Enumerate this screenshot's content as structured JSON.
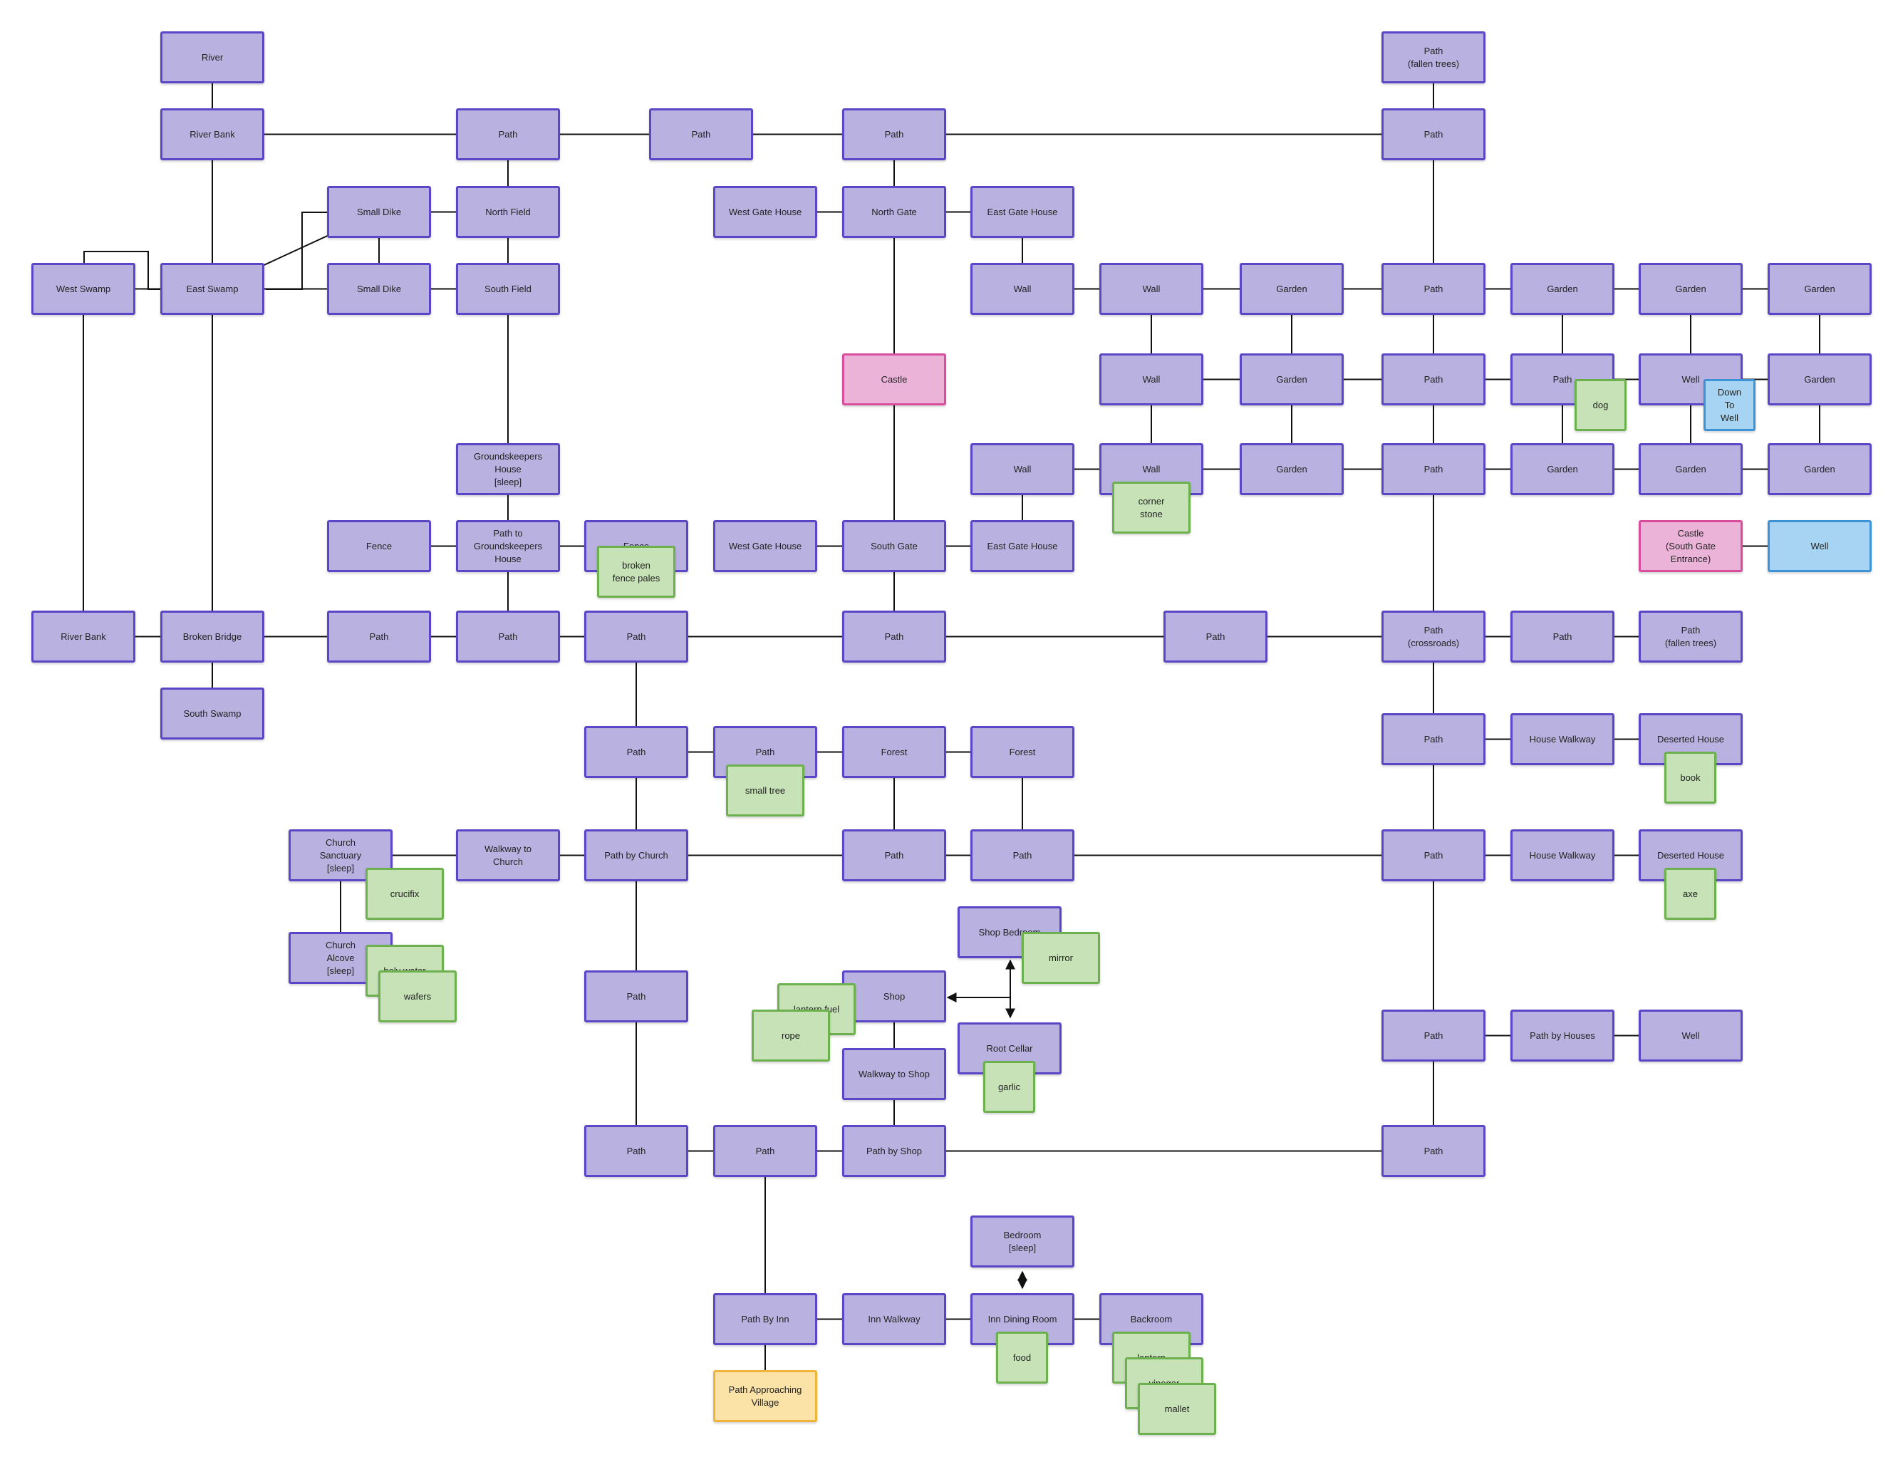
{
  "diagram": {
    "colors": {
      "room_fill": "#b9b2e0",
      "room_border": "#5a47c8",
      "item_fill": "#c6e2b6",
      "item_border": "#6cb14d",
      "castle_fill": "#ecb3d9",
      "castle_border": "#d94d9e",
      "well_fill": "#a6d4f2",
      "well_border": "#3e92d6",
      "start_fill": "#fbe3a8",
      "start_border": "#f0b43b",
      "edge": "#111111"
    },
    "nodes": [
      {
        "id": "river",
        "label": "River",
        "kind": "room"
      },
      {
        "id": "path_fallen_top",
        "label": "Path\n(fallen trees)",
        "kind": "room"
      },
      {
        "id": "river_bank_n",
        "label": "River Bank",
        "kind": "room"
      },
      {
        "id": "path_r1a",
        "label": "Path",
        "kind": "room"
      },
      {
        "id": "path_r1b",
        "label": "Path",
        "kind": "room"
      },
      {
        "id": "path_r1c",
        "label": "Path",
        "kind": "room"
      },
      {
        "id": "path_r1d",
        "label": "Path",
        "kind": "room"
      },
      {
        "id": "small_dike_1",
        "label": "Small Dike",
        "kind": "room"
      },
      {
        "id": "north_field",
        "label": "North Field",
        "kind": "room"
      },
      {
        "id": "west_gate_house_n",
        "label": "West Gate House",
        "kind": "room"
      },
      {
        "id": "north_gate",
        "label": "North Gate",
        "kind": "room"
      },
      {
        "id": "east_gate_house_n",
        "label": "East Gate House",
        "kind": "room"
      },
      {
        "id": "west_swamp",
        "label": "West Swamp",
        "kind": "room"
      },
      {
        "id": "east_swamp",
        "label": "East Swamp",
        "kind": "room"
      },
      {
        "id": "small_dike_2",
        "label": "Small Dike",
        "kind": "room"
      },
      {
        "id": "south_field",
        "label": "South Field",
        "kind": "room"
      },
      {
        "id": "wall_1",
        "label": "Wall",
        "kind": "room"
      },
      {
        "id": "wall_2",
        "label": "Wall",
        "kind": "room"
      },
      {
        "id": "garden_1",
        "label": "Garden",
        "kind": "room"
      },
      {
        "id": "path_g1",
        "label": "Path",
        "kind": "room"
      },
      {
        "id": "garden_2",
        "label": "Garden",
        "kind": "room"
      },
      {
        "id": "garden_3",
        "label": "Garden",
        "kind": "room"
      },
      {
        "id": "garden_4",
        "label": "Garden",
        "kind": "room"
      },
      {
        "id": "castle",
        "label": "Castle",
        "kind": "castle"
      },
      {
        "id": "wall_3",
        "label": "Wall",
        "kind": "room"
      },
      {
        "id": "garden_5",
        "label": "Garden",
        "kind": "room"
      },
      {
        "id": "path_g2",
        "label": "Path",
        "kind": "room"
      },
      {
        "id": "path_g3",
        "label": "Path",
        "kind": "room"
      },
      {
        "id": "well_top",
        "label": "Well",
        "kind": "room"
      },
      {
        "id": "garden_6",
        "label": "Garden",
        "kind": "room"
      },
      {
        "id": "dog",
        "label": "dog",
        "kind": "item"
      },
      {
        "id": "down_to_well",
        "label": "Down\nTo\nWell",
        "kind": "well"
      },
      {
        "id": "groundskeepers_house",
        "label": "Groundskeepers\nHouse\n[sleep]",
        "kind": "room"
      },
      {
        "id": "wall_4",
        "label": "Wall",
        "kind": "room"
      },
      {
        "id": "wall_5",
        "label": "Wall",
        "kind": "room"
      },
      {
        "id": "garden_7",
        "label": "Garden",
        "kind": "room"
      },
      {
        "id": "path_g4",
        "label": "Path",
        "kind": "room"
      },
      {
        "id": "garden_8",
        "label": "Garden",
        "kind": "room"
      },
      {
        "id": "garden_9",
        "label": "Garden",
        "kind": "room"
      },
      {
        "id": "garden_10",
        "label": "Garden",
        "kind": "room"
      },
      {
        "id": "corner_stone",
        "label": "corner\nstone",
        "kind": "item"
      },
      {
        "id": "fence_w",
        "label": "Fence",
        "kind": "room"
      },
      {
        "id": "path_to_gk",
        "label": "Path to\nGroundskeepers\nHouse",
        "kind": "room"
      },
      {
        "id": "fence_e",
        "label": "Fence",
        "kind": "room"
      },
      {
        "id": "broken_fence_pales",
        "label": "broken\nfence pales",
        "kind": "item"
      },
      {
        "id": "west_gate_house_s",
        "label": "West Gate House",
        "kind": "room"
      },
      {
        "id": "south_gate",
        "label": "South Gate",
        "kind": "room"
      },
      {
        "id": "east_gate_house_s",
        "label": "East Gate House",
        "kind": "room"
      },
      {
        "id": "castle_south",
        "label": "Castle\n(South Gate\nEntrance)",
        "kind": "castle"
      },
      {
        "id": "well_blue",
        "label": "Well",
        "kind": "well"
      },
      {
        "id": "river_bank_s",
        "label": "River Bank",
        "kind": "room"
      },
      {
        "id": "broken_bridge",
        "label": "Broken Bridge",
        "kind": "room"
      },
      {
        "id": "path_r2a",
        "label": "Path",
        "kind": "room"
      },
      {
        "id": "path_r2b",
        "label": "Path",
        "kind": "room"
      },
      {
        "id": "path_r2c",
        "label": "Path",
        "kind": "room"
      },
      {
        "id": "path_r2d",
        "label": "Path",
        "kind": "room"
      },
      {
        "id": "path_r2e",
        "label": "Path",
        "kind": "room"
      },
      {
        "id": "path_crossroads",
        "label": "Path\n(crossroads)",
        "kind": "room"
      },
      {
        "id": "path_r2f",
        "label": "Path",
        "kind": "room"
      },
      {
        "id": "path_fallen_2",
        "label": "Path\n(fallen trees)",
        "kind": "room"
      },
      {
        "id": "south_swamp",
        "label": "South Swamp",
        "kind": "room"
      },
      {
        "id": "path_r3a",
        "label": "Path",
        "kind": "room"
      },
      {
        "id": "path_r3b",
        "label": "Path",
        "kind": "room"
      },
      {
        "id": "forest_1",
        "label": "Forest",
        "kind": "room"
      },
      {
        "id": "forest_2",
        "label": "Forest",
        "kind": "room"
      },
      {
        "id": "path_r3c",
        "label": "Path",
        "kind": "room"
      },
      {
        "id": "house_walkway_1",
        "label": "House Walkway",
        "kind": "room"
      },
      {
        "id": "deserted_house_1",
        "label": "Deserted House",
        "kind": "room"
      },
      {
        "id": "small_tree",
        "label": "small tree",
        "kind": "item"
      },
      {
        "id": "book",
        "label": "book",
        "kind": "item"
      },
      {
        "id": "church_sanctuary",
        "label": "Church\nSanctuary\n[sleep]",
        "kind": "room"
      },
      {
        "id": "walkway_church",
        "label": "Walkway to\nChurch",
        "kind": "room"
      },
      {
        "id": "path_by_church",
        "label": "Path by Church",
        "kind": "room"
      },
      {
        "id": "path_r4a",
        "label": "Path",
        "kind": "room"
      },
      {
        "id": "path_r4b",
        "label": "Path",
        "kind": "room"
      },
      {
        "id": "path_r4c",
        "label": "Path",
        "kind": "room"
      },
      {
        "id": "house_walkway_2",
        "label": "House Walkway",
        "kind": "room"
      },
      {
        "id": "deserted_house_2",
        "label": "Deserted House",
        "kind": "room"
      },
      {
        "id": "crucifix",
        "label": "crucifix",
        "kind": "item"
      },
      {
        "id": "axe",
        "label": "axe",
        "kind": "item"
      },
      {
        "id": "shop_bedroom",
        "label": "Shop Bedroom",
        "kind": "room"
      },
      {
        "id": "mirror",
        "label": "mirror",
        "kind": "item"
      },
      {
        "id": "church_alcove",
        "label": "Church\nAlcove\n[sleep]",
        "kind": "room"
      },
      {
        "id": "holy_water",
        "label": "holy water",
        "kind": "item"
      },
      {
        "id": "wafers",
        "label": "wafers",
        "kind": "item"
      },
      {
        "id": "path_r5a",
        "label": "Path",
        "kind": "room"
      },
      {
        "id": "lantern_fuel",
        "label": "lantern fuel",
        "kind": "item"
      },
      {
        "id": "rope",
        "label": "rope",
        "kind": "item"
      },
      {
        "id": "shop",
        "label": "Shop",
        "kind": "room"
      },
      {
        "id": "root_cellar",
        "label": "Root Cellar",
        "kind": "room"
      },
      {
        "id": "garlic",
        "label": "garlic",
        "kind": "item"
      },
      {
        "id": "walkway_shop",
        "label": "Walkway to Shop",
        "kind": "room"
      },
      {
        "id": "path_r5b",
        "label": "Path",
        "kind": "room"
      },
      {
        "id": "path_by_houses",
        "label": "Path by Houses",
        "kind": "room"
      },
      {
        "id": "well_bottom",
        "label": "Well",
        "kind": "room"
      },
      {
        "id": "path_r6a",
        "label": "Path",
        "kind": "room"
      },
      {
        "id": "path_r6b",
        "label": "Path",
        "kind": "room"
      },
      {
        "id": "path_by_shop",
        "label": "Path by Shop",
        "kind": "room"
      },
      {
        "id": "path_r6c",
        "label": "Path",
        "kind": "room"
      },
      {
        "id": "bedroom",
        "label": "Bedroom\n[sleep]",
        "kind": "room"
      },
      {
        "id": "path_by_inn",
        "label": "Path By Inn",
        "kind": "room"
      },
      {
        "id": "inn_walkway",
        "label": "Inn Walkway",
        "kind": "room"
      },
      {
        "id": "inn_dining",
        "label": "Inn Dining Room",
        "kind": "room"
      },
      {
        "id": "backroom",
        "label": "Backroom",
        "kind": "room"
      },
      {
        "id": "food",
        "label": "food",
        "kind": "item"
      },
      {
        "id": "lantern",
        "label": "lantern",
        "kind": "item"
      },
      {
        "id": "vinegar",
        "label": "vinegar",
        "kind": "item"
      },
      {
        "id": "mallet",
        "label": "mallet",
        "kind": "item"
      },
      {
        "id": "path_approaching",
        "label": "Path Approaching\nVillage",
        "kind": "start"
      }
    ],
    "edges": [
      [
        "river",
        "river_bank_n"
      ],
      [
        "river_bank_n",
        "path_r1a"
      ],
      [
        "path_r1a",
        "path_r1b"
      ],
      [
        "path_r1b",
        "path_r1c"
      ],
      [
        "path_r1c",
        "path_r1d"
      ],
      [
        "path_fallen_top",
        "path_r1d"
      ],
      [
        "path_r1a",
        "north_field"
      ],
      [
        "path_r1c",
        "north_gate"
      ],
      [
        "small_dike_1",
        "north_field"
      ],
      [
        "west_gate_house_n",
        "north_gate"
      ],
      [
        "north_gate",
        "east_gate_house_n"
      ],
      [
        "north_gate",
        "castle"
      ],
      [
        "river_bank_n",
        "east_swamp"
      ],
      [
        "east_swamp",
        "small_dike_1"
      ],
      [
        "east_swamp",
        "west_swamp"
      ],
      [
        "east_swamp",
        "small_dike_2"
      ],
      [
        "small_dike_1",
        "small_dike_2"
      ],
      [
        "north_field",
        "south_field"
      ],
      [
        "small_dike_2",
        "south_field"
      ],
      [
        "east_gate_house_n",
        "wall_1"
      ],
      [
        "path_r1d",
        "path_g1"
      ],
      [
        "wall_1",
        "wall_2"
      ],
      [
        "wall_2",
        "garden_1"
      ],
      [
        "garden_1",
        "path_g1"
      ],
      [
        "path_g1",
        "garden_2"
      ],
      [
        "garden_2",
        "garden_3"
      ],
      [
        "garden_3",
        "garden_4"
      ],
      [
        "wall_2",
        "wall_3"
      ],
      [
        "garden_1",
        "garden_5"
      ],
      [
        "path_g1",
        "path_g2"
      ],
      [
        "garden_2",
        "path_g3"
      ],
      [
        "garden_3",
        "well_top"
      ],
      [
        "garden_4",
        "garden_6"
      ],
      [
        "wall_3",
        "garden_5"
      ],
      [
        "garden_5",
        "path_g2"
      ],
      [
        "path_g2",
        "path_g3"
      ],
      [
        "path_g3",
        "well_top"
      ],
      [
        "well_top",
        "garden_6"
      ],
      [
        "wall_3",
        "wall_5"
      ],
      [
        "garden_5",
        "garden_7"
      ],
      [
        "path_g2",
        "path_g4"
      ],
      [
        "path_g3",
        "garden_8"
      ],
      [
        "well_top",
        "garden_9"
      ],
      [
        "garden_6",
        "garden_10"
      ],
      [
        "wall_4",
        "wall_5"
      ],
      [
        "wall_5",
        "garden_7"
      ],
      [
        "garden_7",
        "path_g4"
      ],
      [
        "path_g4",
        "garden_8"
      ],
      [
        "garden_8",
        "garden_9"
      ],
      [
        "garden_9",
        "garden_10"
      ],
      [
        "south_field",
        "groundskeepers_house"
      ],
      [
        "groundskeepers_house",
        "path_to_gk"
      ],
      [
        "fence_w",
        "path_to_gk"
      ],
      [
        "path_to_gk",
        "fence_e"
      ],
      [
        "castle",
        "south_gate"
      ],
      [
        "west_gate_house_s",
        "south_gate"
      ],
      [
        "south_gate",
        "east_gate_house_s"
      ],
      [
        "wall_4",
        "east_gate_house_s"
      ],
      [
        "castle_south",
        "well_blue"
      ],
      [
        "west_swamp",
        "river_bank_s"
      ],
      [
        "east_swamp",
        "broken_bridge"
      ],
      [
        "river_bank_s",
        "broken_bridge"
      ],
      [
        "broken_bridge",
        "path_r2a"
      ],
      [
        "path_r2a",
        "path_r2b"
      ],
      [
        "path_r2b",
        "path_r2c"
      ],
      [
        "path_r2c",
        "path_r2d"
      ],
      [
        "path_r2d",
        "path_r2e"
      ],
      [
        "path_r2e",
        "path_crossroads"
      ],
      [
        "path_crossroads",
        "path_r2f"
      ],
      [
        "path_r2f",
        "path_fallen_2"
      ],
      [
        "path_to_gk",
        "path_r2b"
      ],
      [
        "south_gate",
        "path_r2d"
      ],
      [
        "path_g4",
        "path_crossroads"
      ],
      [
        "broken_bridge",
        "south_swamp"
      ],
      [
        "path_r2c",
        "path_r3a"
      ],
      [
        "path_r3a",
        "path_r3b"
      ],
      [
        "path_r3b",
        "forest_1"
      ],
      [
        "forest_1",
        "forest_2"
      ],
      [
        "path_crossroads",
        "path_r3c"
      ],
      [
        "path_r3c",
        "house_walkway_1"
      ],
      [
        "house_walkway_1",
        "deserted_house_1"
      ],
      [
        "path_r3a",
        "path_by_church"
      ],
      [
        "church_sanctuary",
        "walkway_church"
      ],
      [
        "walkway_church",
        "path_by_church"
      ],
      [
        "path_by_church",
        "path_r4a"
      ],
      [
        "path_r4a",
        "path_r4b"
      ],
      [
        "path_r4b",
        "path_r4c"
      ],
      [
        "path_r4c",
        "house_walkway_2"
      ],
      [
        "house_walkway_2",
        "deserted_house_2"
      ],
      [
        "forest_1",
        "path_r4a"
      ],
      [
        "forest_2",
        "path_r4b"
      ],
      [
        "path_r3c",
        "path_r4c"
      ],
      [
        "church_sanctuary",
        "church_alcove"
      ],
      [
        "path_by_church",
        "path_r5a"
      ],
      [
        "shop",
        "walkway_shop"
      ],
      [
        "walkway_shop",
        "path_by_shop"
      ],
      [
        "path_r4c",
        "path_r5b"
      ],
      [
        "path_r5b",
        "path_by_houses"
      ],
      [
        "path_by_houses",
        "well_bottom"
      ],
      [
        "path_r5a",
        "path_r6a"
      ],
      [
        "path_r6a",
        "path_r6b"
      ],
      [
        "path_r6b",
        "path_by_shop"
      ],
      [
        "path_by_shop",
        "path_r6c"
      ],
      [
        "path_r5b",
        "path_r6c"
      ],
      [
        "path_r6b",
        "path_by_inn"
      ],
      [
        "path_by_inn",
        "inn_walkway"
      ],
      [
        "inn_walkway",
        "inn_dining"
      ],
      [
        "inn_dining",
        "backroom"
      ],
      [
        "path_by_inn",
        "path_approaching"
      ]
    ]
  }
}
